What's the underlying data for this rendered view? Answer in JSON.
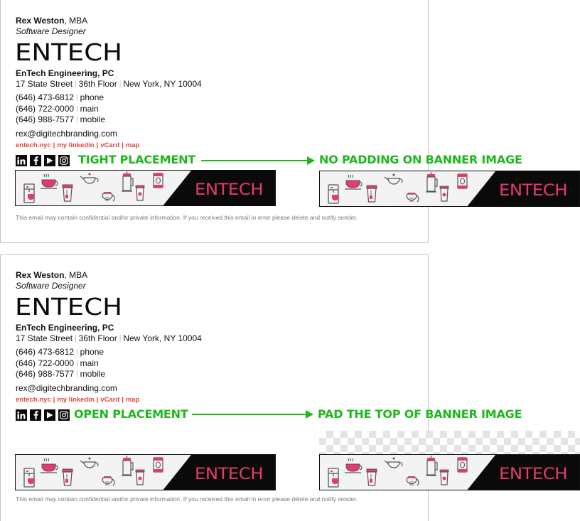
{
  "signature": {
    "name": "Rex Weston",
    "credential": ", MBA",
    "job_title": "Software Designer",
    "logo_text": "ENTECH",
    "company": "EnTech Engineering, PC",
    "address": {
      "street": "17 State Street",
      "floor": "36th Floor",
      "city": "New York, NY 10004"
    },
    "phones": [
      {
        "number": "(646) 473-6812",
        "label": "phone"
      },
      {
        "number": "(646) 722-0000",
        "label": "main"
      },
      {
        "number": "(646) 988-7577",
        "label": "mobile"
      }
    ],
    "email": "rex@digitechbranding.com",
    "links": [
      {
        "label": "entech.nyc"
      },
      {
        "label": "my linkedin"
      },
      {
        "label": "vCard"
      },
      {
        "label": "map"
      }
    ],
    "link_separator": "|",
    "separator": "|",
    "social_icons": [
      "linkedin-icon",
      "facebook-icon",
      "youtube-icon",
      "instagram-icon"
    ],
    "banner": {
      "text": "ENTECH",
      "icons": [
        "espresso-machine-icon",
        "coffee-cup-icon",
        "tea-cup-icon",
        "teapot-icon",
        "coffee-pot-icon",
        "french-press-icon",
        "to-go-cup-icon",
        "coffee-bag-icon"
      ]
    },
    "disclaimer": "This email may contain confidential and/or private information. If you received this email in error please delete and notify sender."
  },
  "annotations": {
    "tight": {
      "label": "TIGHT PLACEMENT",
      "result": "NO PADDING ON BANNER IMAGE"
    },
    "open": {
      "label": "OPEN PLACEMENT",
      "result": "PAD THE TOP OF BANNER IMAGE"
    }
  },
  "colors": {
    "annotation_green": "#1eb81e",
    "link_red": "#e0493a",
    "banner_pink": "#e83a6a",
    "banner_black": "#0a0a0a",
    "banner_light": "#f3f3f4"
  }
}
